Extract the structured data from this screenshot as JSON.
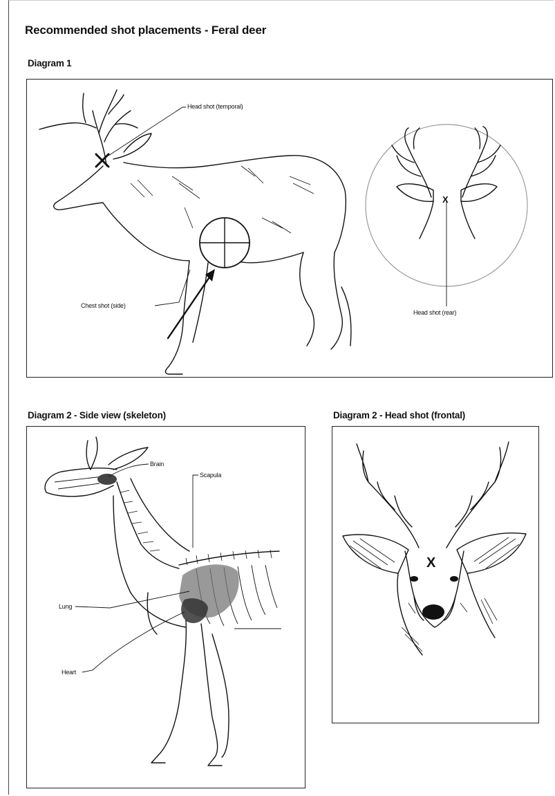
{
  "page": {
    "title": "Recommended shot placements - Feral deer"
  },
  "diagram1": {
    "heading": "Diagram 1",
    "labels": {
      "head_temporal": "Head shot (temporal)",
      "chest_side": "Chest shot (side)",
      "head_rear": "Head shot (rear)",
      "rear_mark": "X"
    }
  },
  "diagram2_side": {
    "heading": "Diagram 2 - Side view (skeleton)",
    "labels": {
      "brain": "Brain",
      "scapula": "Scapula",
      "lung": "Lung",
      "heart": "Heart"
    }
  },
  "diagram2_head": {
    "heading": "Diagram 2 - Head shot (frontal)",
    "labels": {
      "frontal_mark": "X"
    }
  }
}
